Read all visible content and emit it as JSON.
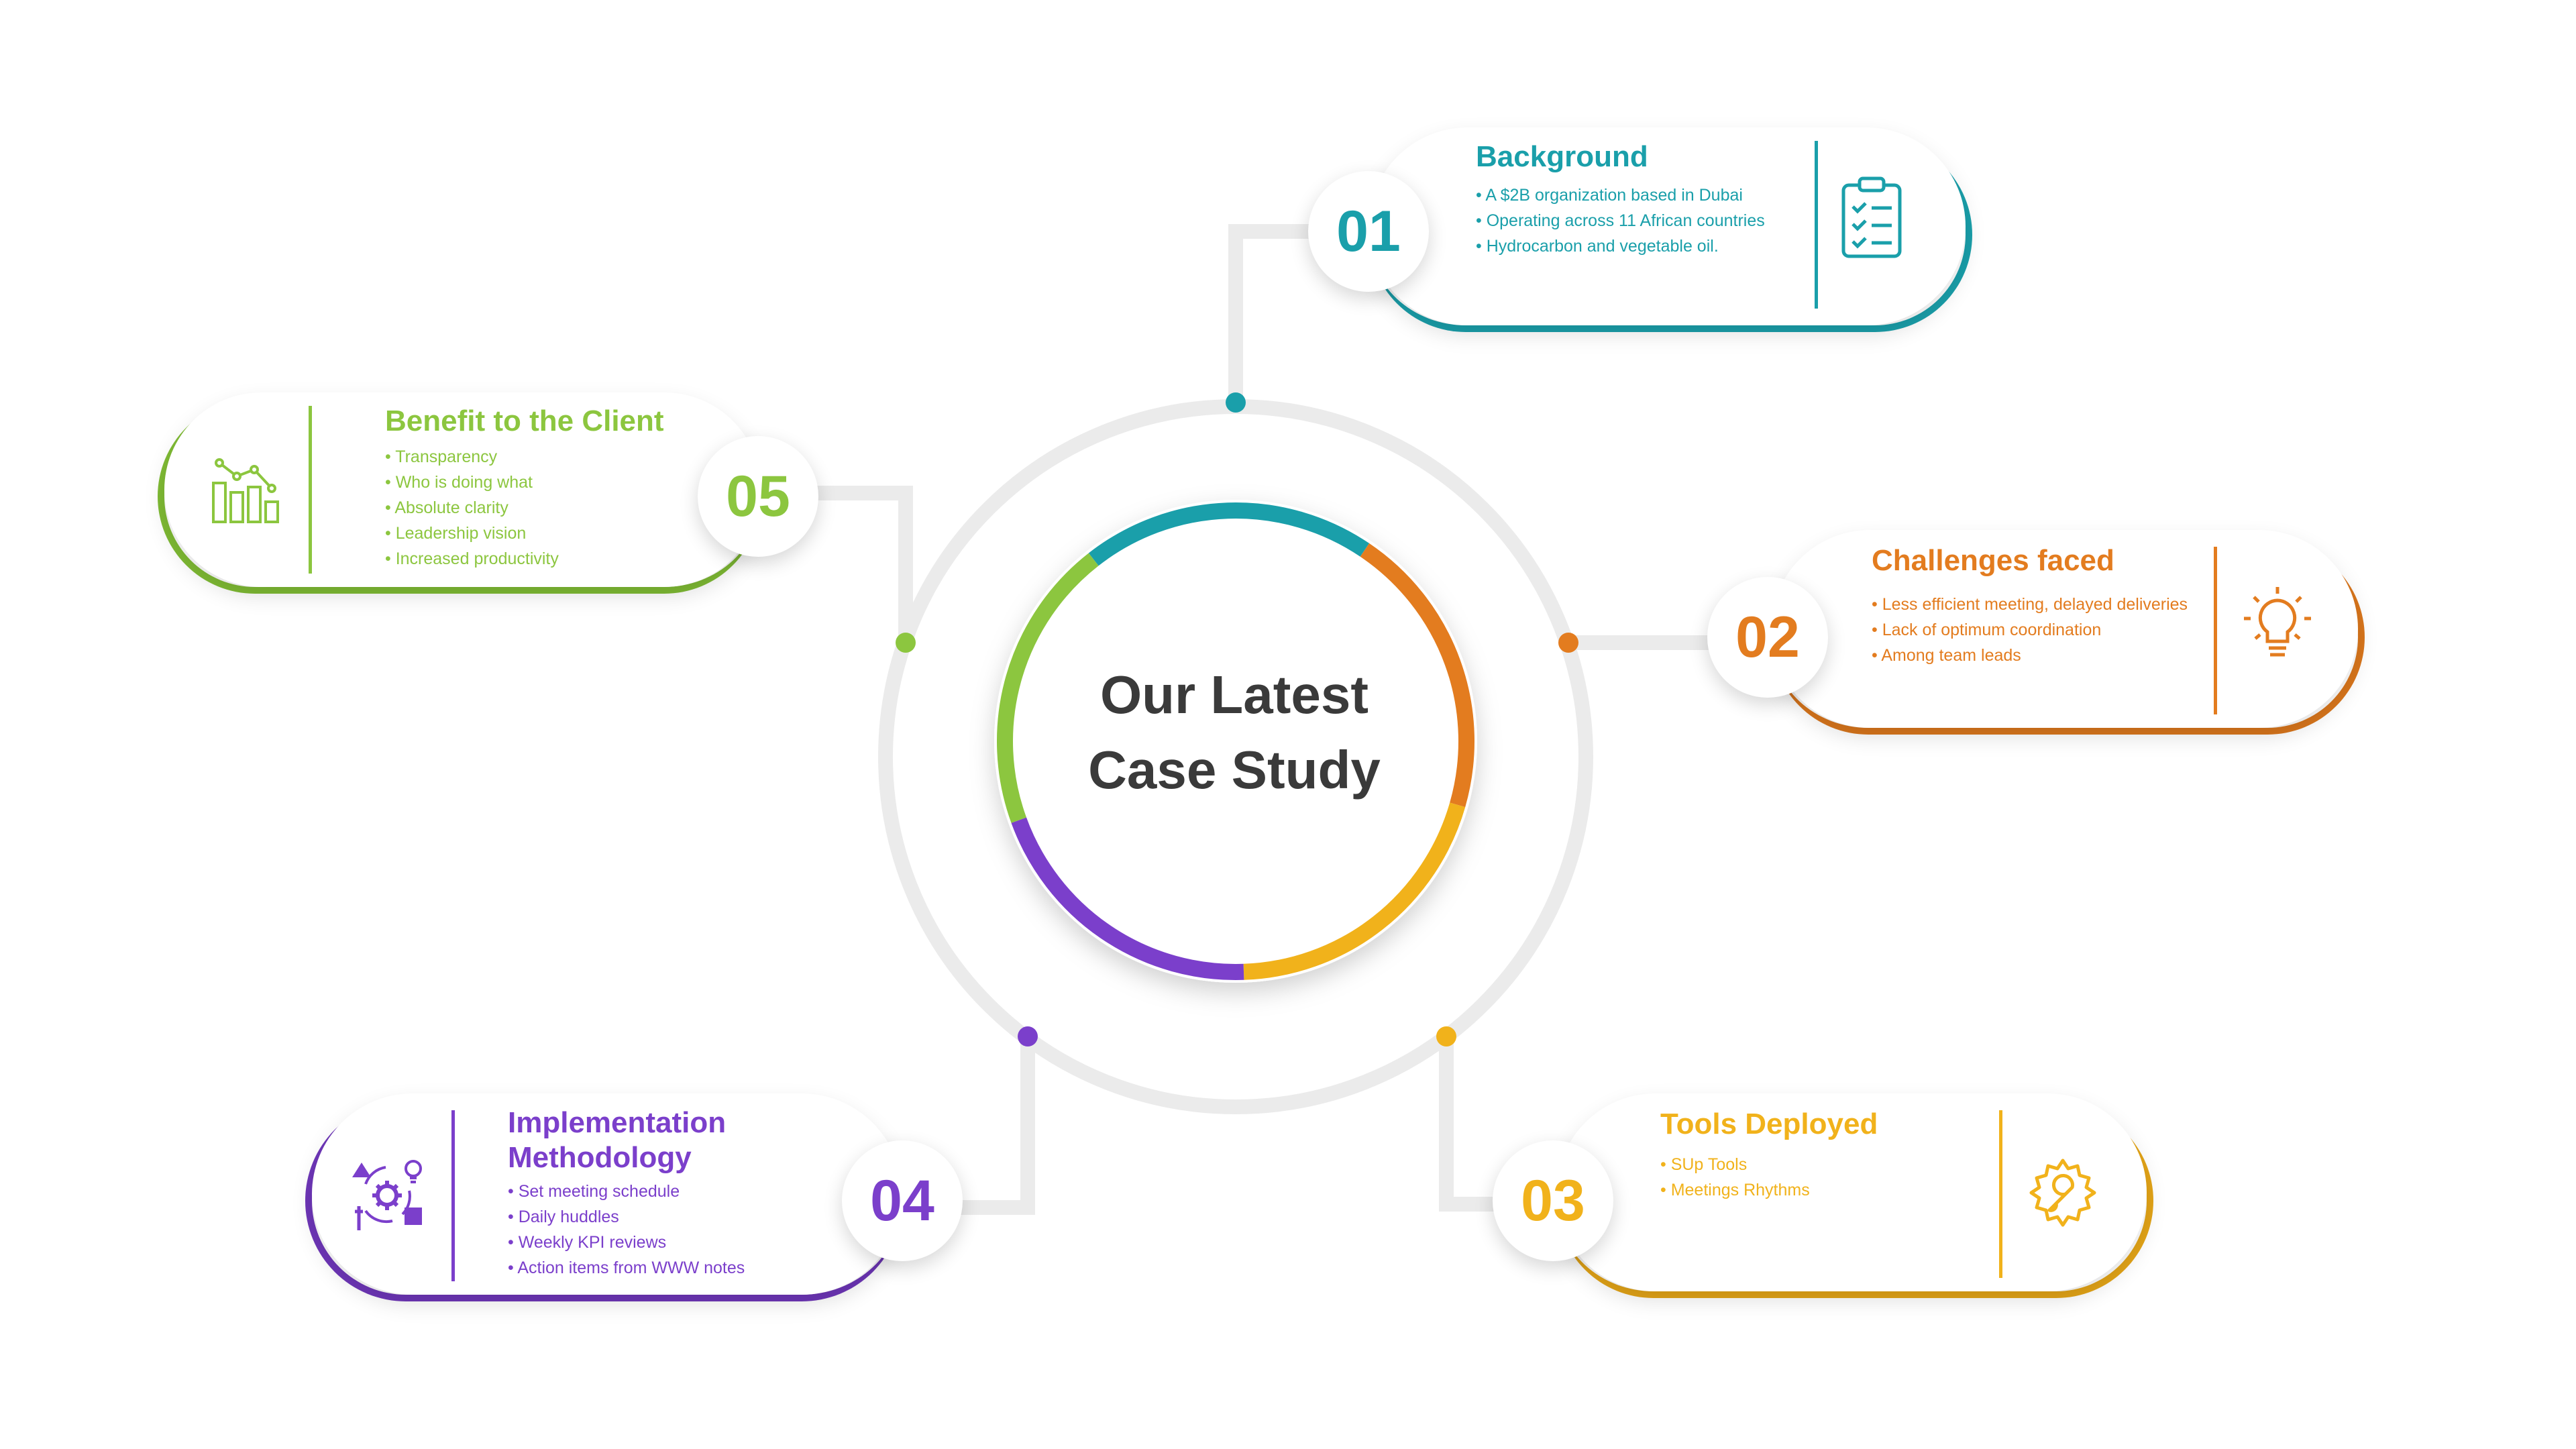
{
  "center": {
    "line1": "Our Latest",
    "line2": "Case Study"
  },
  "colors": {
    "teal": "#1a9faa",
    "orange": "#e37c1f",
    "yellow": "#f1b21b",
    "purple": "#7b3fcb",
    "green": "#8cc63f",
    "ring": "#ebebeb",
    "text_dark": "#3a3a3a"
  },
  "steps": [
    {
      "number": "01",
      "title": "Background",
      "color": "#1a9faa",
      "icon": "clipboard-checklist-icon",
      "items": [
        "A $2B organization based in Dubai",
        "Operating across 11 African countries",
        "Hydrocarbon and vegetable oil."
      ]
    },
    {
      "number": "02",
      "title": "Challenges faced",
      "color": "#e37c1f",
      "icon": "lightbulb-icon",
      "items": [
        "Less efficient meeting, delayed deliveries",
        "Lack of optimum coordination",
        "Among team leads"
      ]
    },
    {
      "number": "03",
      "title": "Tools Deployed",
      "color": "#f1b21b",
      "icon": "wrench-gear-icon",
      "items": [
        "SUp Tools",
        "Meetings Rhythms"
      ]
    },
    {
      "number": "04",
      "title_line1": "Implementation",
      "title_line2": "Methodology",
      "color": "#7b3fcb",
      "icon": "process-cycle-icon",
      "items": [
        "Set meeting schedule",
        "Daily huddles",
        "Weekly KPI reviews",
        "Action items from WWW notes"
      ]
    },
    {
      "number": "05",
      "title": "Benefit to the Client",
      "color": "#8cc63f",
      "icon": "bar-chart-trend-icon",
      "items": [
        "Transparency",
        "Who is doing what",
        "Absolute clarity",
        "Leadership vision",
        "Increased productivity"
      ]
    }
  ]
}
